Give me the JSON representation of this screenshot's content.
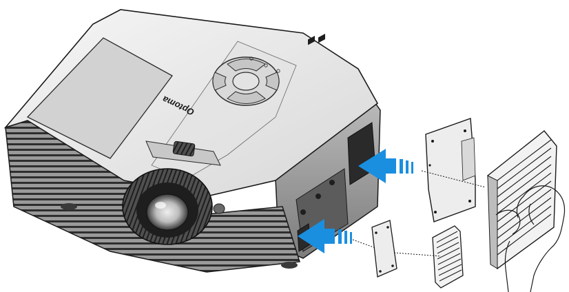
{
  "illustration": {
    "brand_logo_text": "Optoma",
    "colors": {
      "arrow_blue": "#1a8fe0",
      "outline": "#1a1a1a",
      "body_light": "#e9e9e9",
      "body_mid": "#cfcfcf",
      "body_dark": "#8f8f8f",
      "lens_dark": "#2a2a2a"
    },
    "arrows": [
      {
        "name": "upper-arrow",
        "direction": "left"
      },
      {
        "name": "lower-arrow",
        "direction": "left"
      }
    ]
  }
}
